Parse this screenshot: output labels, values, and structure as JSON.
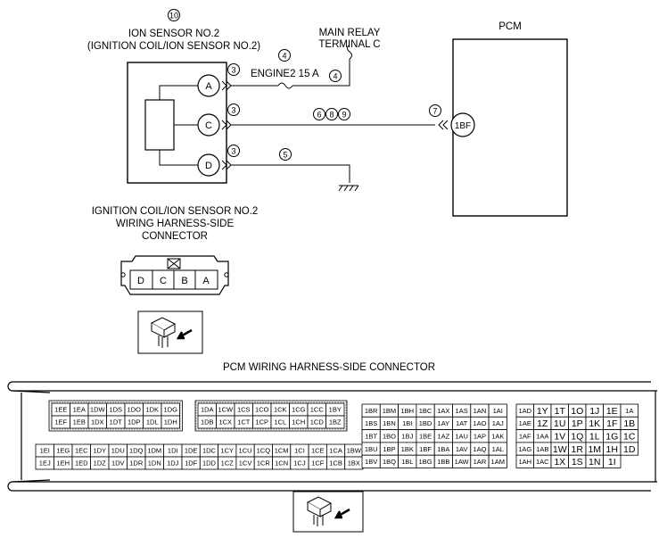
{
  "top": {
    "ion_sensor_label": [
      "ION SENSOR NO.2",
      "(IGNITION COIL/ION SENSOR NO.2)"
    ],
    "main_relay_label": [
      "MAIN RELAY",
      "TERMINAL C"
    ],
    "pcm_label": "PCM",
    "fuse_label": "ENGINE2 15 A",
    "pcm_terminal": "1BF",
    "pins": [
      "A",
      "C",
      "D"
    ],
    "circled": {
      "n10": "10",
      "n4a": "4",
      "n4b": "4",
      "n3a": "3",
      "n3b": "3",
      "n3c": "3",
      "n6": "6",
      "n8": "8",
      "n9": "9",
      "n7": "7",
      "n5": "5"
    }
  },
  "coil_connector": {
    "title": [
      "IGNITION COIL/ION SENSOR NO.2",
      "WIRING HARNESS-SIDE",
      "CONNECTOR"
    ],
    "pins": [
      "D",
      "C",
      "B",
      "A"
    ]
  },
  "pcm_connector": {
    "title": "PCM WIRING HARNESS-SIDE CONNECTOR",
    "block1_top": [
      [
        "1EE",
        "1EA",
        "1DW",
        "1DS",
        "1DO",
        "1DK",
        "1DG"
      ],
      [
        "1EF",
        "1EB",
        "1DX",
        "1DT",
        "1DP",
        "1DL",
        "1DH"
      ]
    ],
    "block1_bottom": [
      [
        "1EI",
        "1EG",
        "1EC",
        "1DY",
        "1DU",
        "1DQ",
        "1DM",
        "1DI"
      ],
      [
        "1EJ",
        "1EH",
        "1ED",
        "1DZ",
        "1DV",
        "1DR",
        "1DN",
        "1DJ"
      ]
    ],
    "block2_top": [
      [
        "1DA",
        "1CW",
        "1CS",
        "1CO",
        "1CK",
        "1CG",
        "1CC",
        "1BY"
      ],
      [
        "1DB",
        "1CX",
        "1CT",
        "1CP",
        "1CL",
        "1CH",
        "1CD",
        "1BZ"
      ]
    ],
    "block2_bottom": [
      [
        "1DE",
        "1DC",
        "1CY",
        "1CU",
        "1CQ",
        "1CM",
        "1CI",
        "1CE",
        "1CA",
        "1BW"
      ],
      [
        "1DF",
        "1DD",
        "1CZ",
        "1CV",
        "1CR",
        "1CN",
        "1CJ",
        "1CF",
        "1CB",
        "1BX"
      ]
    ],
    "block3": [
      [
        "1BR",
        "1BM",
        "1BH",
        "1BC",
        "1AX",
        "1AS",
        "1AN",
        "1AI"
      ],
      [
        "1BS",
        "1BN",
        "1BI",
        "1BD",
        "1AY",
        "1AT",
        "1AO",
        "1AJ"
      ],
      [
        "1BT",
        "1BO",
        "1BJ",
        "1BE",
        "1AZ",
        "1AU",
        "1AP",
        "1AK"
      ],
      [
        "1BU",
        "1BP",
        "1BK",
        "1BF",
        "1BA",
        "1AV",
        "1AQ",
        "1AL"
      ],
      [
        "1BV",
        "1BQ",
        "1BL",
        "1BG",
        "1BB",
        "1AW",
        "1AR",
        "1AM"
      ]
    ],
    "block4": [
      [
        "1AD",
        "1Y",
        "1T",
        "1O",
        "1J",
        "1E",
        "1A"
      ],
      [
        "1AE",
        "1Z",
        "1U",
        "1P",
        "1K",
        "1F",
        "1B"
      ],
      [
        "1AF",
        "1AA",
        "1V",
        "1Q",
        "1L",
        "1G",
        "1C"
      ],
      [
        "1AG",
        "1AB",
        "1W",
        "1R",
        "1M",
        "1H",
        "1D"
      ],
      [
        "1AH",
        "1AC",
        "1X",
        "1S",
        "1N",
        "1I",
        ""
      ]
    ]
  }
}
